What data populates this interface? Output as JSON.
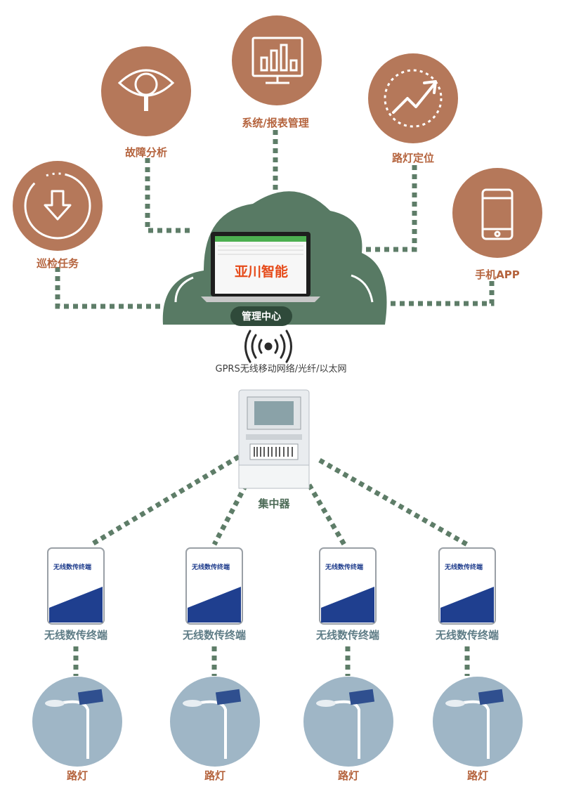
{
  "center": {
    "brand": "亚川智能",
    "label": "管理中心"
  },
  "functions": [
    {
      "label": "巡检任务",
      "icon": "download-arrow-icon"
    },
    {
      "label": "故障分析",
      "icon": "eye-magnifier-icon"
    },
    {
      "label": "系统/报表管理",
      "icon": "report-dashboard-icon"
    },
    {
      "label": "路灯定位",
      "icon": "trend-arrow-icon"
    },
    {
      "label": "手机APP",
      "icon": "smartphone-icon"
    }
  ],
  "network": {
    "label": "GPRS无线移动网络/光纤/以太网"
  },
  "concentrator": {
    "label": "集中器"
  },
  "terminals": [
    {
      "label": "无线数传终端",
      "card_title": "无线数传终端"
    },
    {
      "label": "无线数传终端",
      "card_title": "无线数传终端"
    },
    {
      "label": "无线数传终端",
      "card_title": "无线数传终端"
    },
    {
      "label": "无线数传终端",
      "card_title": "无线数传终端"
    }
  ],
  "lamps": [
    {
      "label": "路灯"
    },
    {
      "label": "路灯"
    },
    {
      "label": "路灯"
    },
    {
      "label": "路灯"
    }
  ],
  "colors": {
    "circle": "#b5785a",
    "cloud": "#587a64",
    "connector": "#5e7d68",
    "lamp_circle": "#9fb6c6"
  }
}
